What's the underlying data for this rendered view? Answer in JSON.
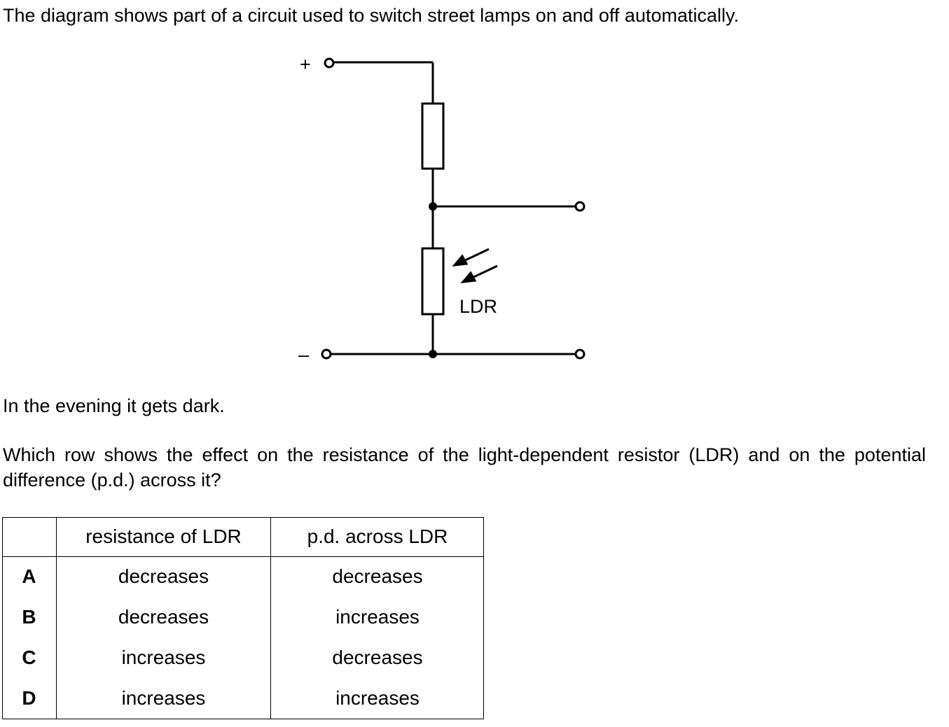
{
  "intro": "The diagram shows part of a circuit used to switch street lamps on and off automatically.",
  "circuit": {
    "positive_label": "+",
    "negative_label": "–",
    "ldr_label": "LDR"
  },
  "evening": "In the evening it gets dark.",
  "question": "Which row shows the effect on the resistance of the light-dependent resistor (LDR) and on the potential difference (p.d.) across it?",
  "table": {
    "headers": [
      "",
      "resistance of LDR",
      "p.d. across LDR"
    ],
    "rows": [
      {
        "key": "A",
        "resistance": "decreases",
        "pd": "decreases"
      },
      {
        "key": "B",
        "resistance": "decreases",
        "pd": "increases"
      },
      {
        "key": "C",
        "resistance": "increases",
        "pd": "decreases"
      },
      {
        "key": "D",
        "resistance": "increases",
        "pd": "increases"
      }
    ]
  }
}
